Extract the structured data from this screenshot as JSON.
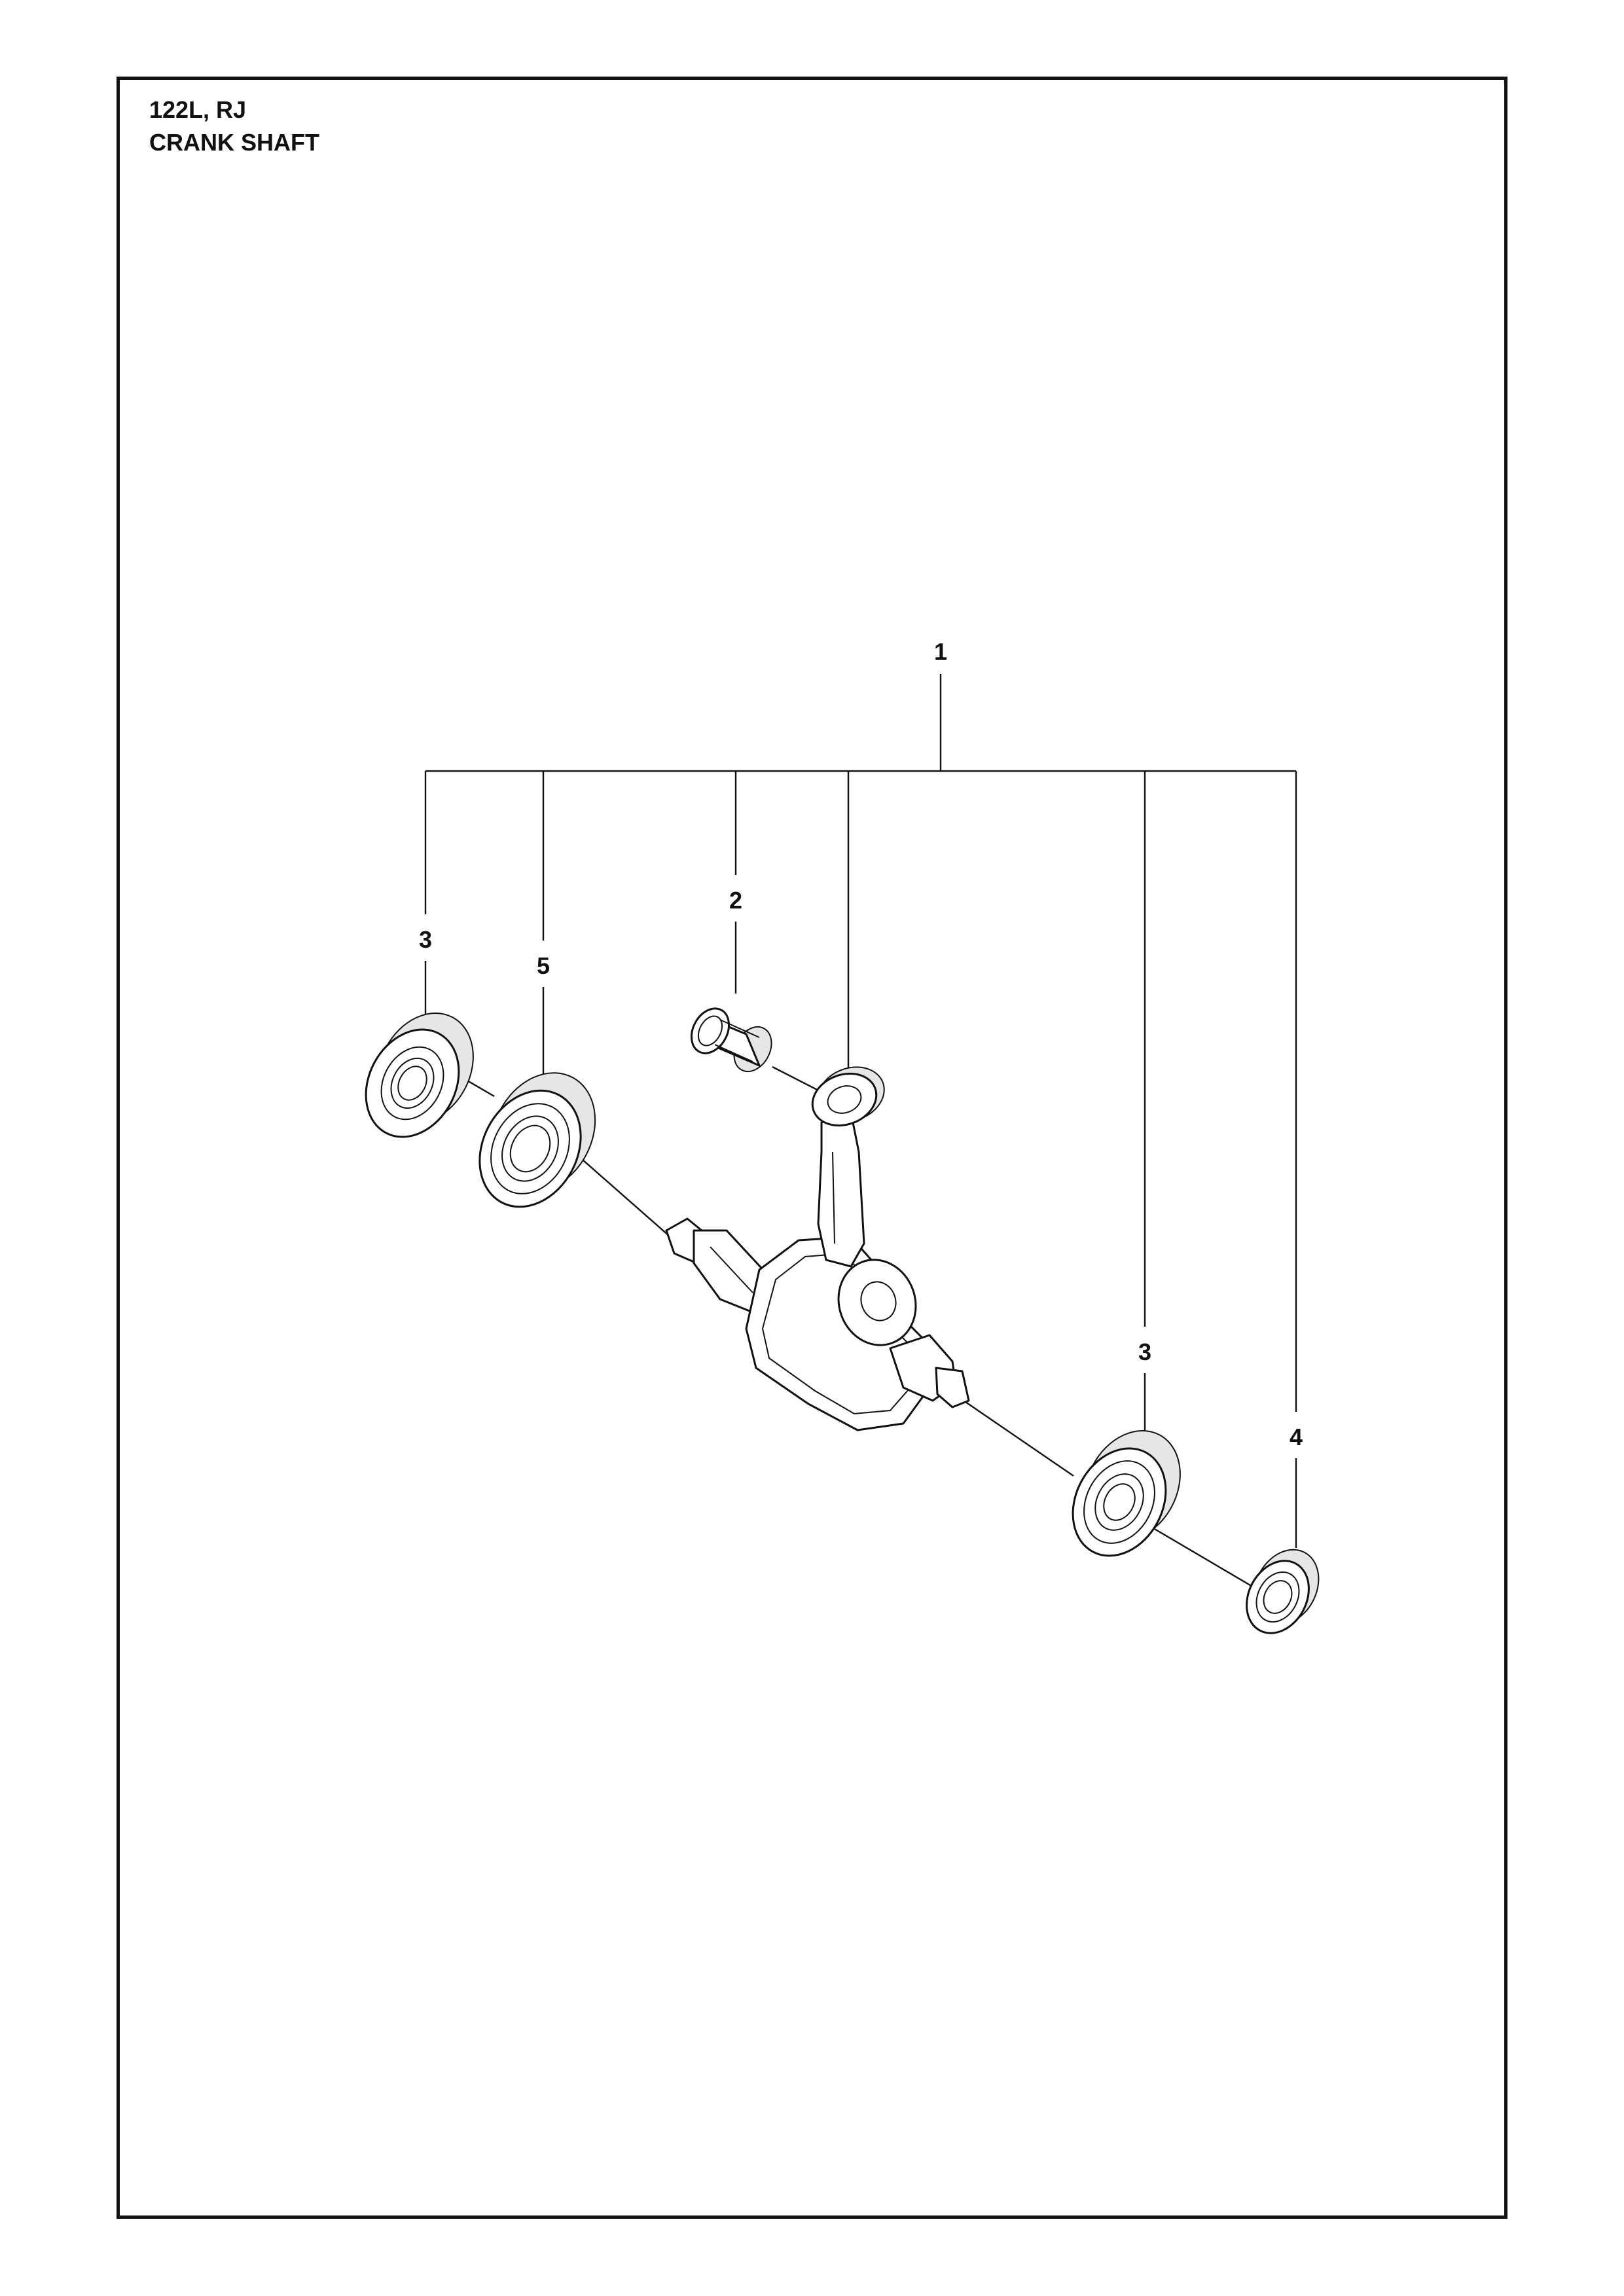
{
  "header": {
    "model": "122L, RJ",
    "section": "CRANK SHAFT"
  },
  "callouts": {
    "crankshaft_assembly": "1",
    "needle_bearing": "2",
    "seal_left": "3",
    "seal_right": "3",
    "oil_seal": "4",
    "ball_bearing_left": "5"
  }
}
